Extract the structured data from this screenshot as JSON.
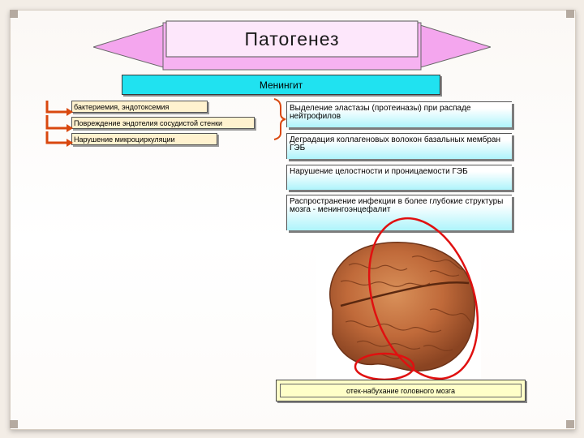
{
  "title": "Патогенез",
  "disease": "Менингит",
  "left_items": [
    "бактериемия, эндотоксемия",
    "Повреждение эндотелия сосудистой стенки",
    "Нарушение микроциркуляции"
  ],
  "right_items": [
    "Выделение эластазы (протеиназы) при распаде нейтрофилов",
    "Деградация коллагеновых волокон базальных мембран ГЭБ",
    "Нарушение целостности и проницаемости ГЭБ",
    "Распространение инфекции в более глубокие структуры мозга - менингоэнцефалит"
  ],
  "caption": "отек-набухание головного мозга",
  "colors": {
    "banner": "#f4a6ee",
    "disease_box": "#20e2f0",
    "left_box": "#fff2cf",
    "right_box_bottom": "#aef4fb",
    "connector": "#d9480f",
    "highlight_ellipse": "#e01010",
    "caption_box": "#ffffc8"
  }
}
